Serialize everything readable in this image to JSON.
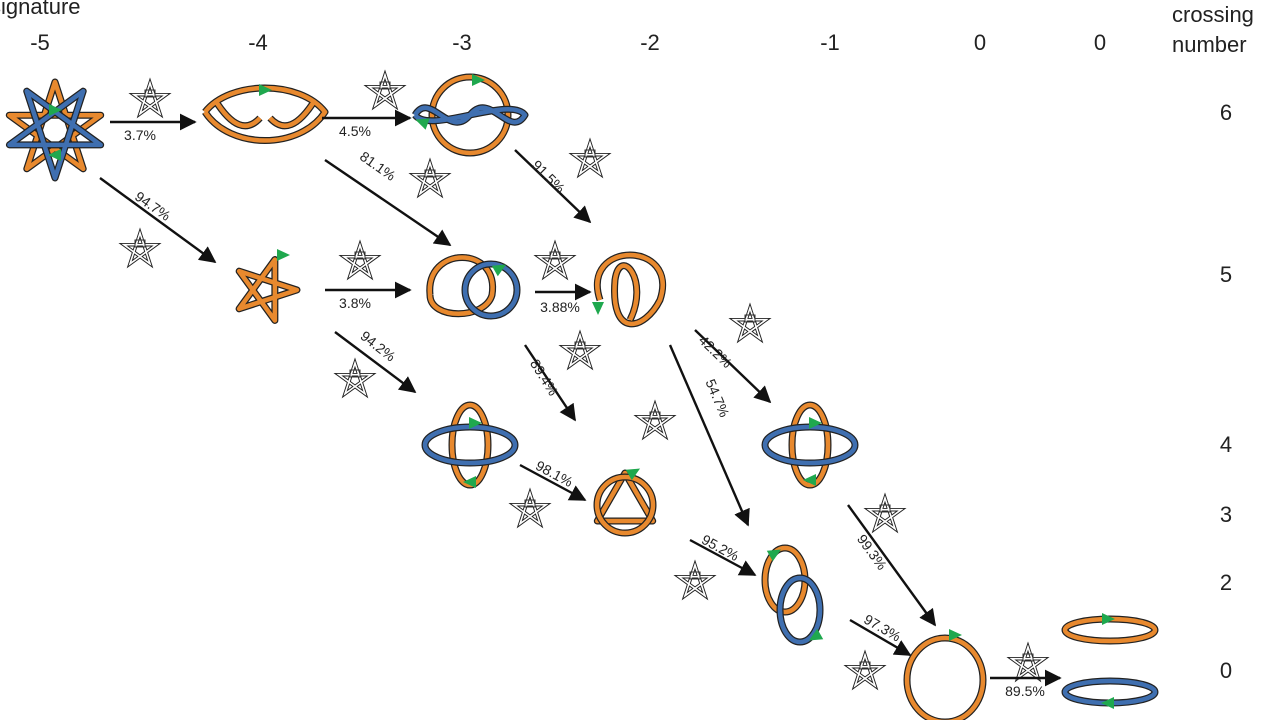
{
  "header": {
    "signature_label": "signature",
    "signatures": [
      "-5",
      "-4",
      "-3",
      "-2",
      "-1",
      "0",
      "0"
    ],
    "crossing_label_1": "crossing",
    "crossing_label_2": "number",
    "crossing_numbers": [
      "6",
      "5",
      "4",
      "3",
      "2",
      "0"
    ]
  },
  "colors": {
    "orange": "#e8892e",
    "blue": "#3f6fb0",
    "green": "#1fa84e",
    "arrow": "#111111"
  },
  "transitions": [
    {
      "from": "T(5,2)-link",
      "to": "knot-6-a",
      "percent": "3.7%"
    },
    {
      "from": "knot-6-a",
      "to": "link-6-b",
      "percent": "4.5%"
    },
    {
      "from": "T(5,2)-link",
      "to": "cinquefoil",
      "percent": "94.7%"
    },
    {
      "from": "knot-6-a",
      "to": "link-5",
      "percent": "81.1%"
    },
    {
      "from": "link-6-b",
      "to": "knot-5-b",
      "percent": "91.5%"
    },
    {
      "from": "cinquefoil",
      "to": "link-5",
      "percent": "3.8%"
    },
    {
      "from": "link-5",
      "to": "knot-5-b",
      "percent": "3.88%"
    },
    {
      "from": "cinquefoil",
      "to": "link-4-a",
      "percent": "94.2%"
    },
    {
      "from": "link-5",
      "to": "trefoil",
      "percent": "89.4%"
    },
    {
      "from": "knot-5-b",
      "to": "link-4-b",
      "percent": "42.2%"
    },
    {
      "from": "knot-5-b",
      "to": "hopf-link",
      "percent": "54.7%"
    },
    {
      "from": "link-4-a",
      "to": "trefoil",
      "percent": "98.1%"
    },
    {
      "from": "trefoil",
      "to": "hopf-link",
      "percent": "95.2%"
    },
    {
      "from": "link-4-b",
      "to": "unknot",
      "percent": "99.3%"
    },
    {
      "from": "hopf-link",
      "to": "unknot",
      "percent": "97.3%"
    },
    {
      "from": "unknot",
      "to": "unlink",
      "percent": "89.5%"
    }
  ]
}
